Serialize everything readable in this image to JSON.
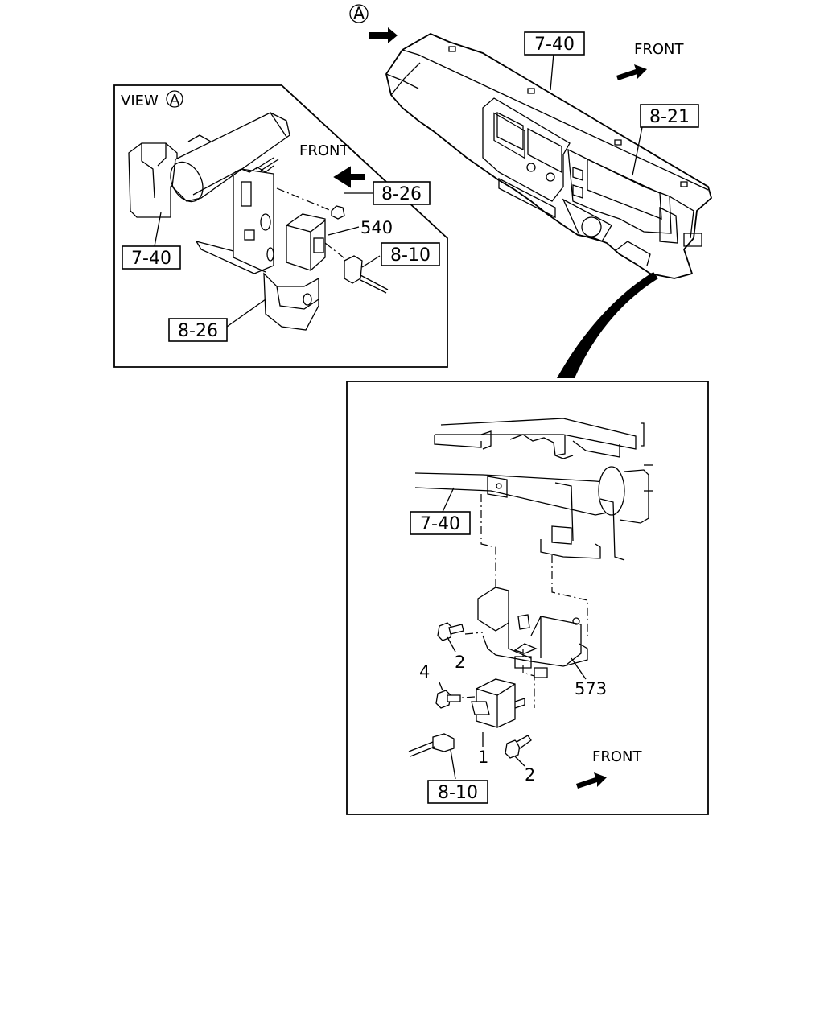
{
  "labels": {
    "circle_a": "A",
    "view_text": "VIEW",
    "view_circle": "A",
    "front_top": "FRONT",
    "front_view": "FRONT",
    "front_bottom": "FRONT"
  },
  "refs": {
    "top_740": "7-40",
    "top_821": "8-21",
    "view_826_upper": "8-26",
    "view_740": "7-40",
    "view_810": "8-10",
    "view_826_lower": "8-26",
    "detail_740": "7-40",
    "detail_810": "8-10"
  },
  "parts": {
    "view_540": "540",
    "detail_2_upper": "2",
    "detail_4": "4",
    "detail_573": "573",
    "detail_1": "1",
    "detail_2_lower": "2"
  }
}
